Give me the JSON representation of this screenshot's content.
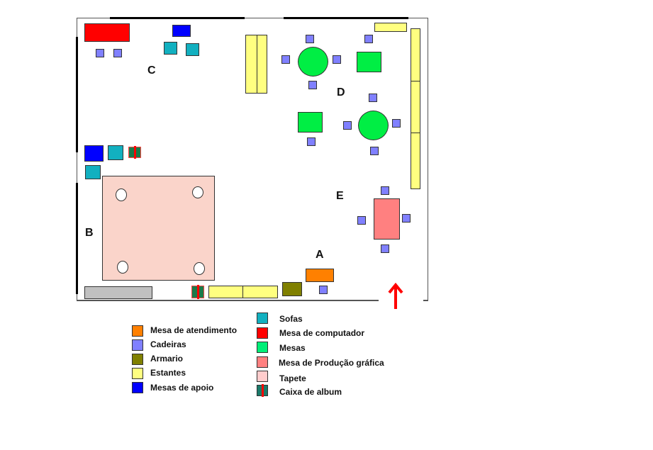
{
  "zones": {
    "a": "A",
    "b": "B",
    "c": "C",
    "d": "D",
    "e": "E"
  },
  "colors": {
    "mesa_atendimento": "#ff8000",
    "cadeiras": "#8080ff",
    "armario": "#808000",
    "estantes": "#ffff80",
    "mesas_apoio": "#0000ff",
    "sofas": "#12b0c0",
    "mesa_computador": "#ff0000",
    "mesas": "#00ee44",
    "mesa_producao": "#ff8080",
    "tapete": "#fad4ca",
    "entrance_arrow": "#ff0000"
  },
  "legend": {
    "left": [
      {
        "label": "Mesa de atendimento",
        "color": "#ff8000"
      },
      {
        "label": "Cadeiras",
        "color": "#8080ff"
      },
      {
        "label": "Armario",
        "color": "#808000"
      },
      {
        "label": "Estantes",
        "color": "#ffff80"
      },
      {
        "label": "Mesas de apoio",
        "color": "#0000ff"
      }
    ],
    "right": [
      {
        "label": "Sofas",
        "color": "#12b0c0"
      },
      {
        "label": "Mesa de computador",
        "color": "#ff0000"
      },
      {
        "label": "Mesas",
        "color": "#00ee77"
      },
      {
        "label": "Mesa de Produção gráfica",
        "color": "#ff8080"
      },
      {
        "label": "Tapete",
        "color": "#ffcccc"
      },
      {
        "label": "Caixa de album",
        "color": "#1a7a6a"
      }
    ]
  }
}
